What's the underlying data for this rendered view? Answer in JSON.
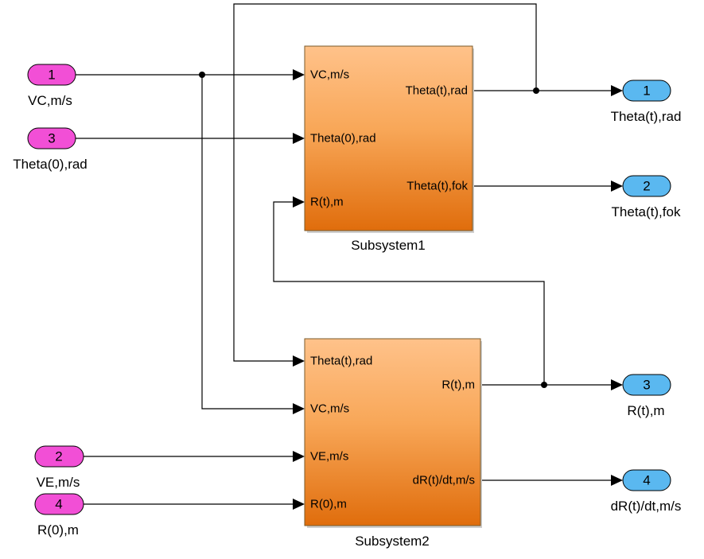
{
  "inports": [
    {
      "num": "1",
      "label": "VC,m/s"
    },
    {
      "num": "3",
      "label": "Theta(0),rad"
    },
    {
      "num": "2",
      "label": "VE,m/s"
    },
    {
      "num": "4",
      "label": "R(0),m"
    }
  ],
  "outports": [
    {
      "num": "1",
      "label": "Theta(t),rad"
    },
    {
      "num": "2",
      "label": "Theta(t),fok"
    },
    {
      "num": "3",
      "label": "R(t),m"
    },
    {
      "num": "4",
      "label": "dR(t)/dt,m/s"
    }
  ],
  "subsystem1": {
    "name": "Subsystem1",
    "inputs": [
      "VC,m/s",
      "Theta(0),rad",
      "R(t),m"
    ],
    "outputs": [
      "Theta(t),rad",
      "Theta(t),fok"
    ]
  },
  "subsystem2": {
    "name": "Subsystem2",
    "inputs": [
      "Theta(t),rad",
      "VC,m/s",
      "VE,m/s",
      "R(0),m"
    ],
    "outputs": [
      "R(t),m",
      "dR(t)/dt,m/s"
    ]
  },
  "colors": {
    "inport": "#f24fd6",
    "outport": "#5ab8f0",
    "block_top": "#ffc28a",
    "block_bottom": "#e06d0c"
  }
}
